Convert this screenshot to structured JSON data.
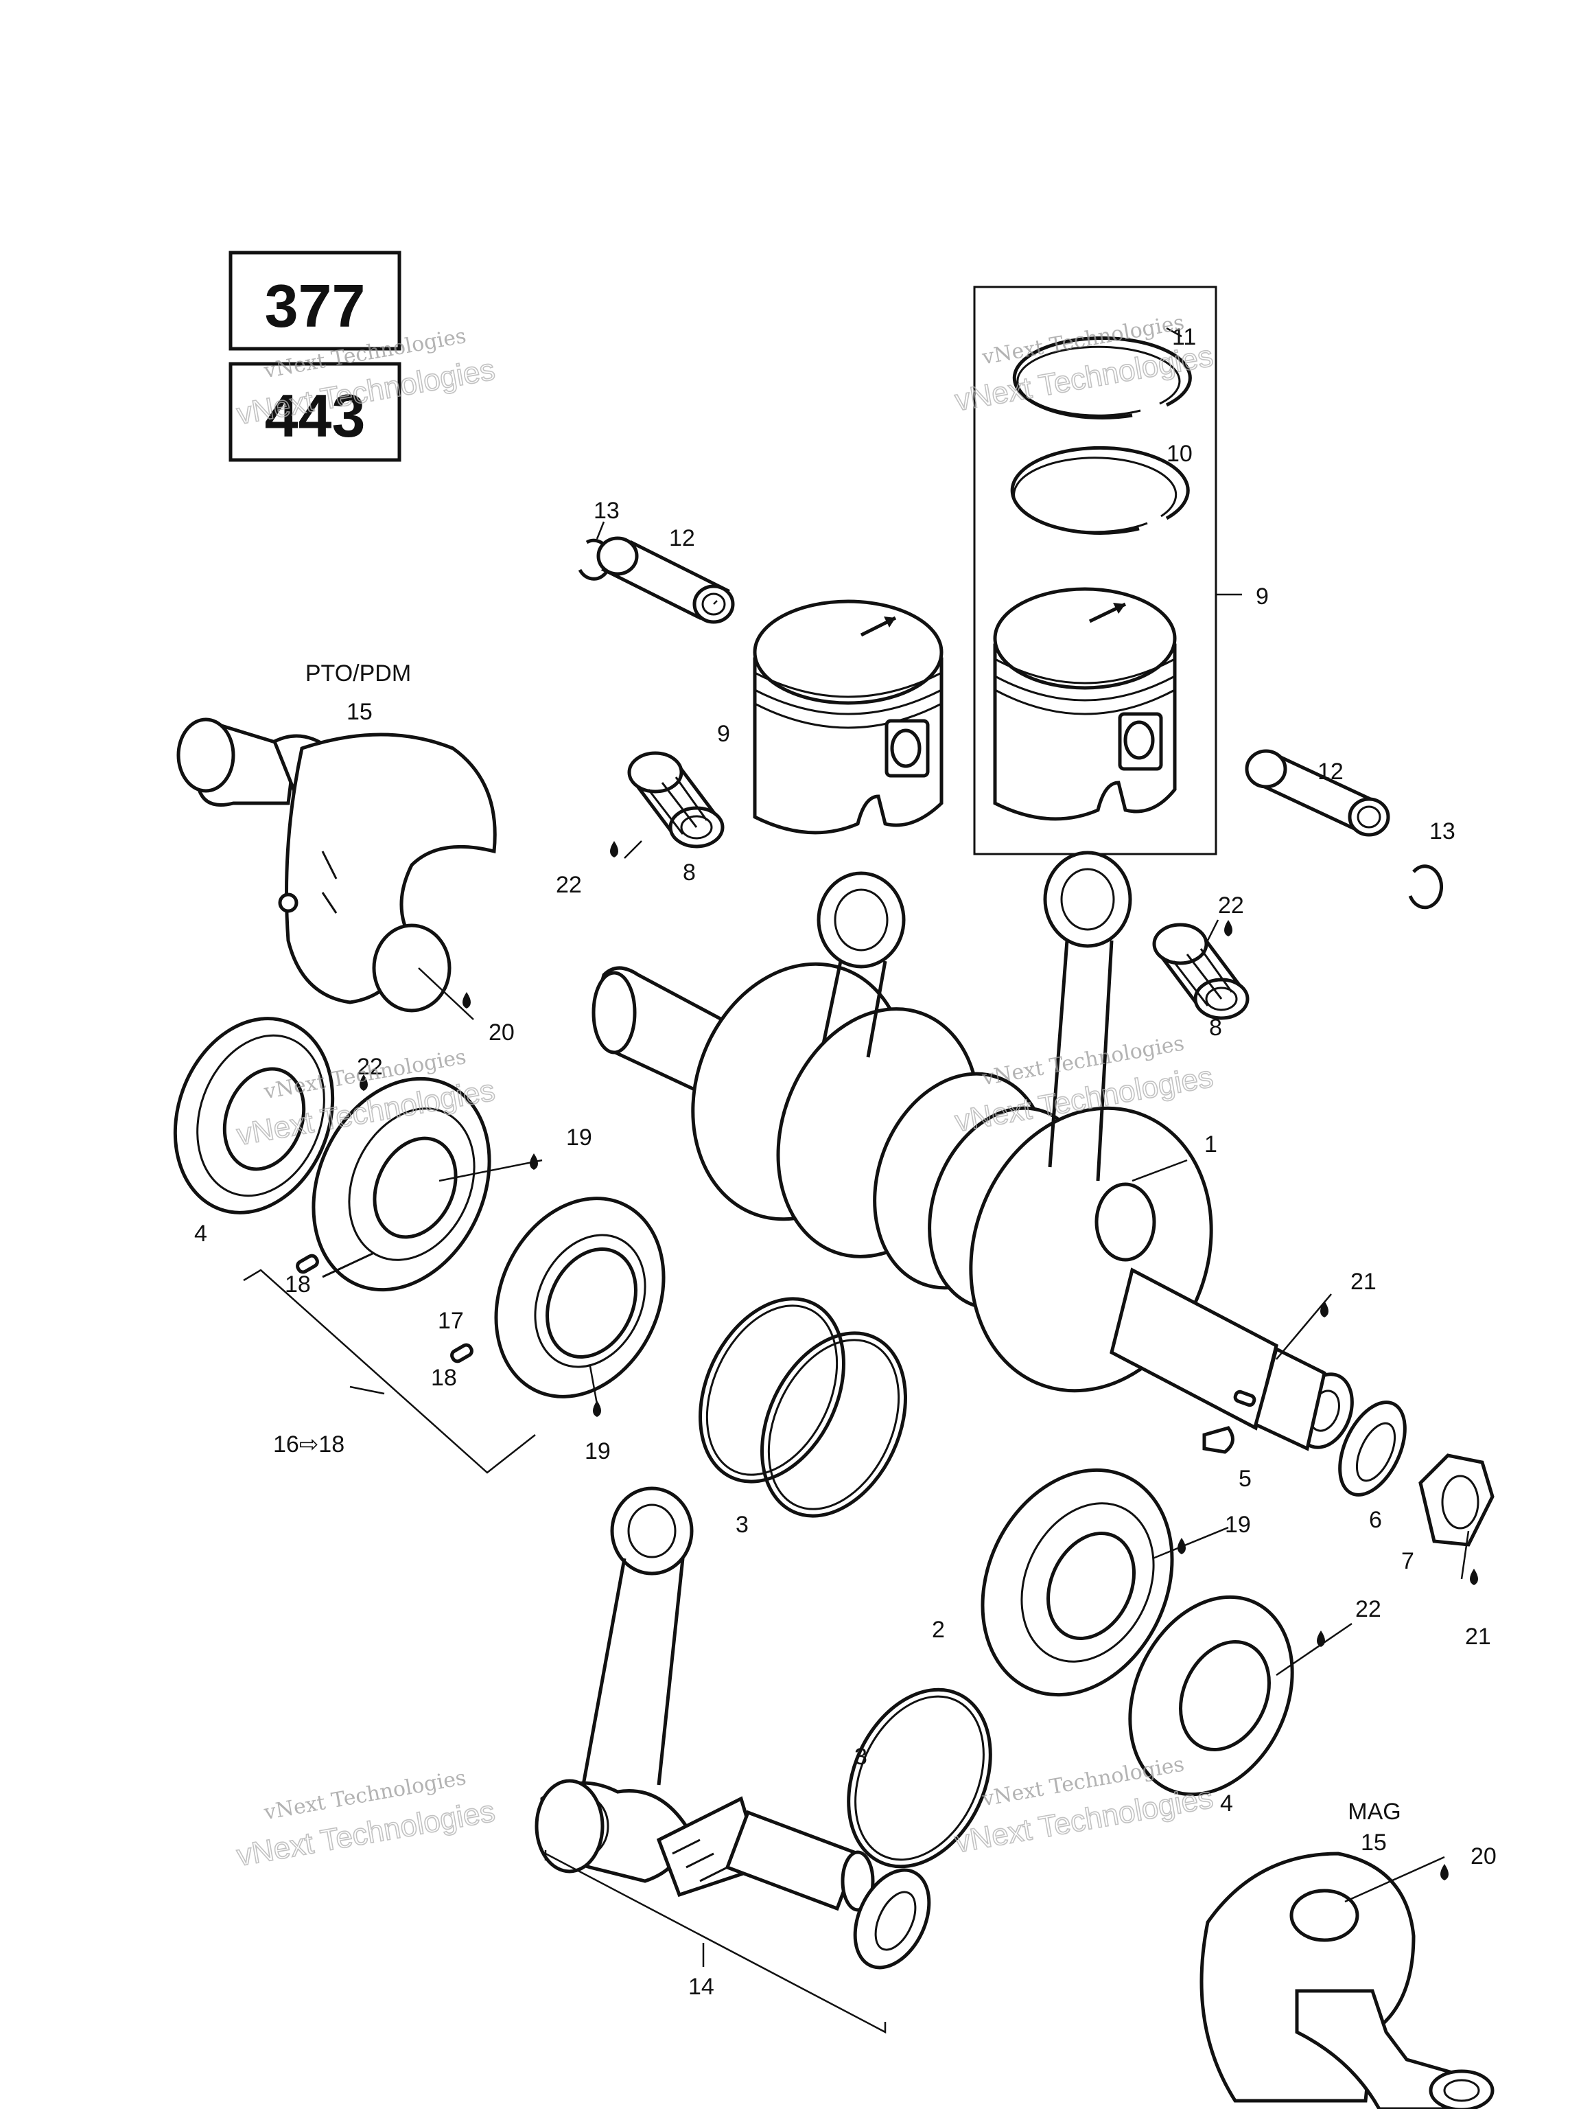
{
  "engine_codes": [
    "377",
    "443"
  ],
  "side_labels": {
    "pto": "PTO/PDM",
    "mag": "MAG"
  },
  "watermark": {
    "line1": "vNext Technologies",
    "line2": "vNext Technologies"
  },
  "callouts": {
    "c1": "1",
    "c2": "2",
    "c3a": "3",
    "c3b": "3",
    "c4a": "4",
    "c4b": "4",
    "c5": "5",
    "c6": "6",
    "c7": "7",
    "c8a": "8",
    "c8b": "8",
    "c9a": "9",
    "c9b": "9",
    "c10": "10",
    "c11": "11",
    "c12a": "12",
    "c12b": "12",
    "c13a": "13",
    "c13b": "13",
    "c14": "14",
    "c15a": "15",
    "c15b": "15",
    "c16": "16⇨18",
    "c17": "17",
    "c18a": "18",
    "c18b": "18",
    "c19a": "19",
    "c19b": "19",
    "c19c": "19",
    "c20a": "20",
    "c20b": "20",
    "c21a": "21",
    "c21b": "21",
    "c22a": "22",
    "c22b": "22",
    "c22c": "22",
    "c22d": "22"
  },
  "colors": {
    "line": "#111111",
    "background": "#ffffff",
    "watermark": "#9a9a9a"
  }
}
